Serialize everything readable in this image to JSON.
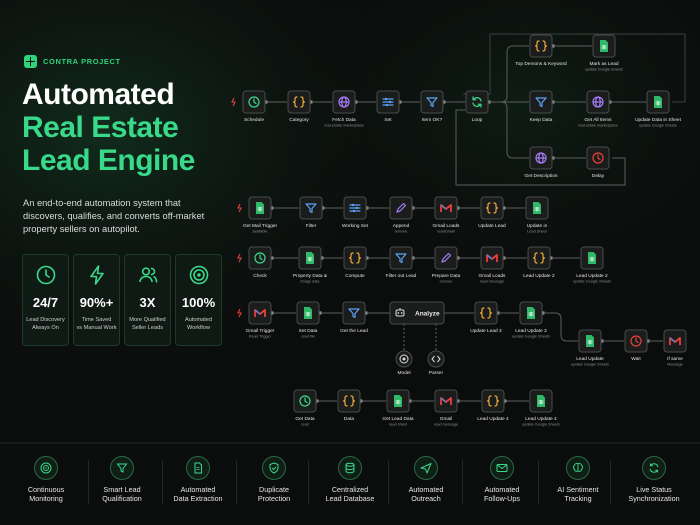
{
  "brand": "CONTRA PROJECT",
  "title": {
    "line1": "Automated",
    "line2": "Real Estate",
    "line3": "Lead Engine"
  },
  "description": "An end-to-end automation system that discovers, qualifies, and converts off-market property sellers on autopilot.",
  "stats": [
    {
      "icon": "clock-icon",
      "value": "24/7",
      "label": [
        "Lead Discovery",
        "Always On"
      ]
    },
    {
      "icon": "lightning-icon",
      "value": "90%+",
      "label": [
        "Time Saved",
        "vs Manual Work"
      ]
    },
    {
      "icon": "users-icon",
      "value": "3X",
      "label": [
        "More Qualified",
        "Seller Leads"
      ]
    },
    {
      "icon": "target-icon",
      "value": "100%",
      "label": [
        "Automated",
        "Workflow"
      ]
    }
  ],
  "features": [
    {
      "icon": "radar-icon",
      "label": [
        "Continuous",
        "Monitoring"
      ]
    },
    {
      "icon": "filter-icon",
      "label": [
        "Smart Lead",
        "Qualification"
      ]
    },
    {
      "icon": "document-icon",
      "label": [
        "Automated",
        "Data Extraction"
      ]
    },
    {
      "icon": "shield-check-icon",
      "label": [
        "Duplicate",
        "Protection"
      ]
    },
    {
      "icon": "database-icon",
      "label": [
        "Centralized",
        "Lead Database"
      ]
    },
    {
      "icon": "send-icon",
      "label": [
        "Automated",
        "Outreach"
      ]
    },
    {
      "icon": "mail-icon",
      "label": [
        "Automated",
        "Follow-Ups"
      ]
    },
    {
      "icon": "brain-icon",
      "label": [
        "AI Sentiment",
        "Tracking"
      ]
    },
    {
      "icon": "sync-icon",
      "label": [
        "Live Status",
        "Synchronization"
      ]
    }
  ],
  "diagram": {
    "nodes": [
      {
        "id": "r1n1",
        "kind": "clock",
        "label": "Schedule",
        "sub": "",
        "trigger": true
      },
      {
        "id": "r1n2",
        "kind": "code",
        "label": "Category",
        "sub": ""
      },
      {
        "id": "r1n3",
        "kind": "globe",
        "label": "Fetch Data",
        "sub": "real estate marketplace"
      },
      {
        "id": "r1n4",
        "kind": "set",
        "label": "Set",
        "sub": ""
      },
      {
        "id": "r1n5",
        "kind": "filter",
        "label": "Item OK?",
        "sub": ""
      },
      {
        "id": "r1n6",
        "kind": "loop",
        "label": "Loop",
        "sub": ""
      },
      {
        "id": "r1n7",
        "kind": "code",
        "label": "Top Demons & Keyword",
        "sub": ""
      },
      {
        "id": "r1n8",
        "kind": "sheet",
        "label": "Mark as Lead",
        "sub": "update Google Sheets"
      },
      {
        "id": "r1n9",
        "kind": "filter",
        "label": "Keep Data",
        "sub": ""
      },
      {
        "id": "r1n10",
        "kind": "globe",
        "label": "Get All Items",
        "sub": "real estate marketplace"
      },
      {
        "id": "r1n11",
        "kind": "sheet",
        "label": "Update Data in Sheet",
        "sub": "update Google Sheets"
      },
      {
        "id": "r1n12",
        "kind": "globe",
        "label": "Get Description",
        "sub": ""
      },
      {
        "id": "r1n13",
        "kind": "clock-red",
        "label": "Delay",
        "sub": ""
      },
      {
        "id": "r2n1",
        "kind": "sheet",
        "label": "Get Mail Trigger",
        "sub": "available",
        "trigger": true
      },
      {
        "id": "r2n2",
        "kind": "filter",
        "label": "Filter",
        "sub": ""
      },
      {
        "id": "r2n3",
        "kind": "set",
        "label": "Working Set",
        "sub": ""
      },
      {
        "id": "r2n4",
        "kind": "pen",
        "label": "Append",
        "sub": "remove"
      },
      {
        "id": "r2n5",
        "kind": "gmail",
        "label": "Gmail Loads",
        "sub": "readGmail"
      },
      {
        "id": "r2n6",
        "kind": "code",
        "label": "Update Lead",
        "sub": ""
      },
      {
        "id": "r2n7",
        "kind": "sheet",
        "label": "Update in",
        "sub": "Lead Sheet"
      },
      {
        "id": "r3n1",
        "kind": "clock",
        "label": "Check",
        "sub": "",
        "trigger": true
      },
      {
        "id": "r3n2",
        "kind": "sheet",
        "label": "Property Data &",
        "sub": "Image data"
      },
      {
        "id": "r3n3",
        "kind": "code",
        "label": "Compute",
        "sub": ""
      },
      {
        "id": "r3n4",
        "kind": "filter",
        "label": "Filter out Lead",
        "sub": ""
      },
      {
        "id": "r3n5",
        "kind": "pen",
        "label": "Prepare Data",
        "sub": "remove"
      },
      {
        "id": "r3n6",
        "kind": "gmail",
        "label": "Gmail Loads",
        "sub": "read message"
      },
      {
        "id": "r3n7",
        "kind": "code",
        "label": "Lead Update 2",
        "sub": ""
      },
      {
        "id": "r3n8",
        "kind": "sheet",
        "label": "Lead Update 2",
        "sub": "update Google Sheets"
      },
      {
        "id": "r4n1",
        "kind": "gmail",
        "label": "Gmail Trigger",
        "sub": "Read Trigger",
        "trigger": true
      },
      {
        "id": "r4n2",
        "kind": "sheet",
        "label": "Set Data",
        "sub": "read file"
      },
      {
        "id": "r4n3",
        "kind": "filter",
        "label": "Get the Lead",
        "sub": ""
      },
      {
        "id": "r4n4",
        "kind": "agent",
        "label": "Analyze",
        "sub": ""
      },
      {
        "id": "r4n5",
        "kind": "code",
        "label": "Update Lead 3",
        "sub": ""
      },
      {
        "id": "r4n6",
        "kind": "sheet",
        "label": "Lead Update 3",
        "sub": "update Google Sheets"
      },
      {
        "id": "r4m",
        "kind": "model",
        "label": "Model",
        "sub": ""
      },
      {
        "id": "r4p",
        "kind": "parser",
        "label": "Parser",
        "sub": ""
      },
      {
        "id": "r4n7",
        "kind": "sheet",
        "label": "Lead Update",
        "sub": "update Google Sheets"
      },
      {
        "id": "r4n8",
        "kind": "clock-red",
        "label": "Wait",
        "sub": ""
      },
      {
        "id": "r4n9",
        "kind": "gmail",
        "label": "If same",
        "sub": "Message"
      },
      {
        "id": "r5n1",
        "kind": "clock",
        "label": "Get Data",
        "sub": "read"
      },
      {
        "id": "r5n2",
        "kind": "code",
        "label": "Data",
        "sub": ""
      },
      {
        "id": "r5n3",
        "kind": "sheet",
        "label": "Get Lead Data",
        "sub": "read sheet"
      },
      {
        "id": "r5n4",
        "kind": "gmail",
        "label": "Gmail",
        "sub": "read message"
      },
      {
        "id": "r5n5",
        "kind": "code",
        "label": "Lead Update 4",
        "sub": ""
      },
      {
        "id": "r5n6",
        "kind": "sheet",
        "label": "Lead Update 4",
        "sub": "update Google Sheets"
      }
    ]
  },
  "colors": {
    "accent": "#39d98a",
    "trigger": "#e8413b",
    "node_bg": "#1b1d1c",
    "edge": "#5d5f5e"
  }
}
